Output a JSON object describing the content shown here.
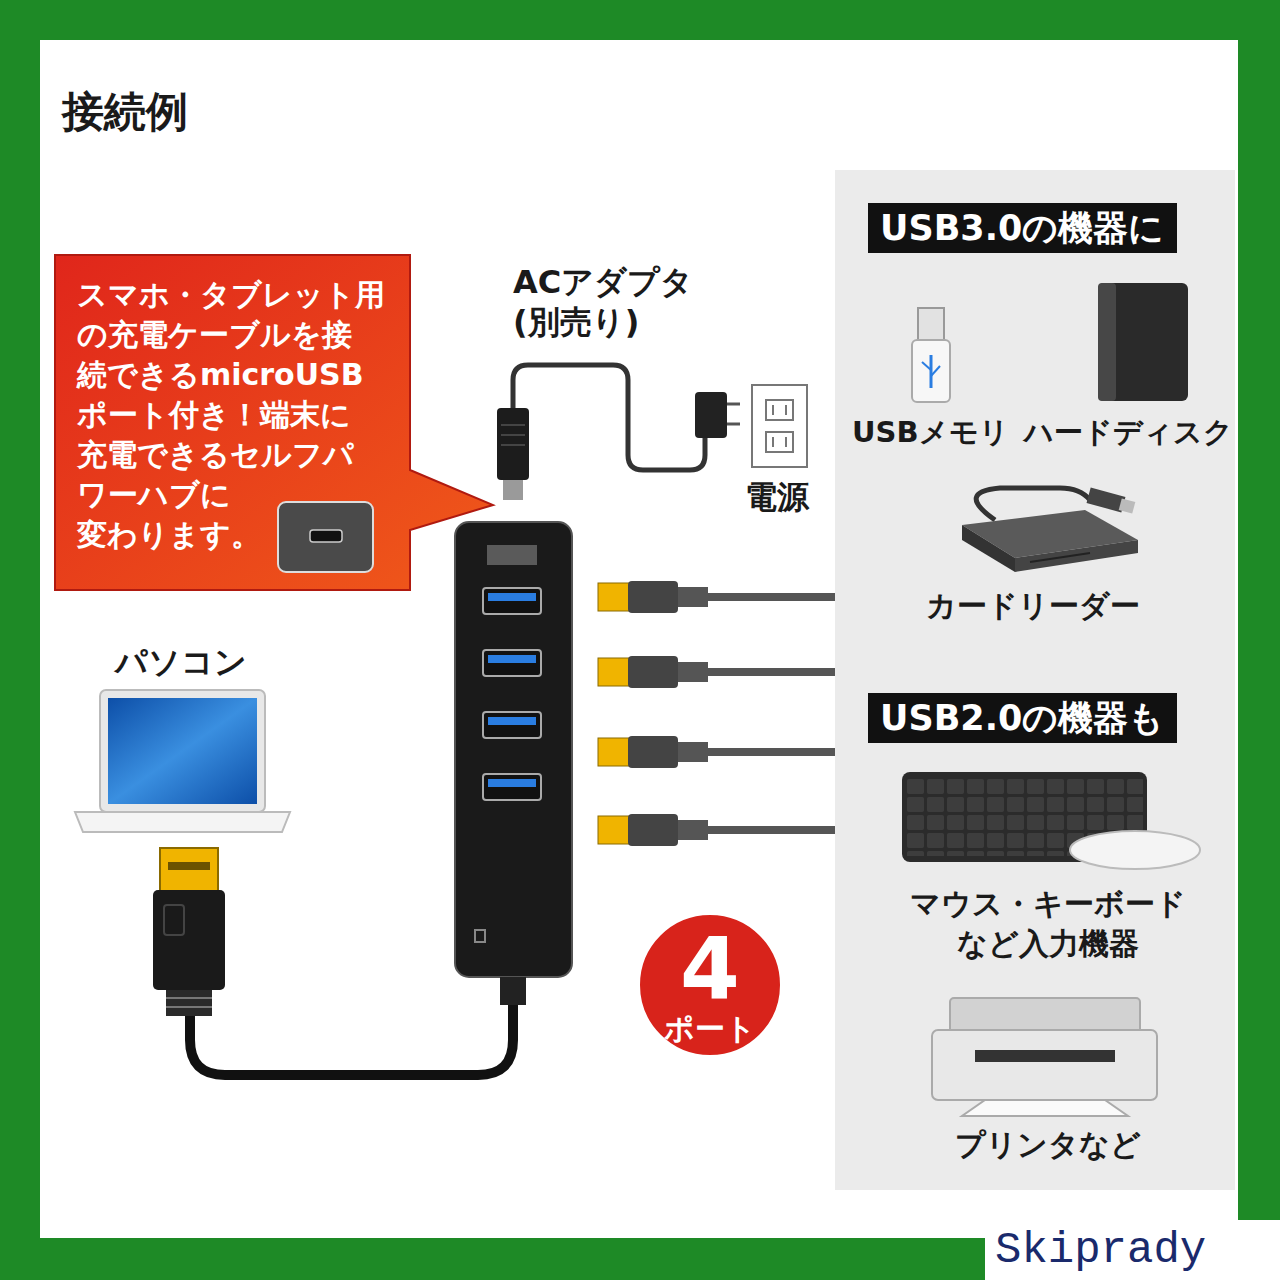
{
  "diagram": {
    "title": "接続例",
    "nodes": [
      {
        "text": [
          "スマホ・タブレット用 の充電ケーブルを接 続できるmicroUSB ポート付き！端末に 充電できるセルフパ ワーハブに 変わります。"
        ]
      },
      {
        "text": [
          "USB3.0の機器に"
        ]
      },
      {
        "text": [
          "USB2.0の機器も"
        ]
      },
      {
        "text": [
          "4",
          "ポート"
        ]
      }
    ],
    "labels": [
      "ACアダプタ (別売り)",
      "電源",
      "パソコン",
      "USBメモリ",
      "ハードディスク",
      "カードリーダー",
      "マウス・キーボード など入力機器",
      "プリンタなど",
      "Skiprady"
    ]
  }
}
